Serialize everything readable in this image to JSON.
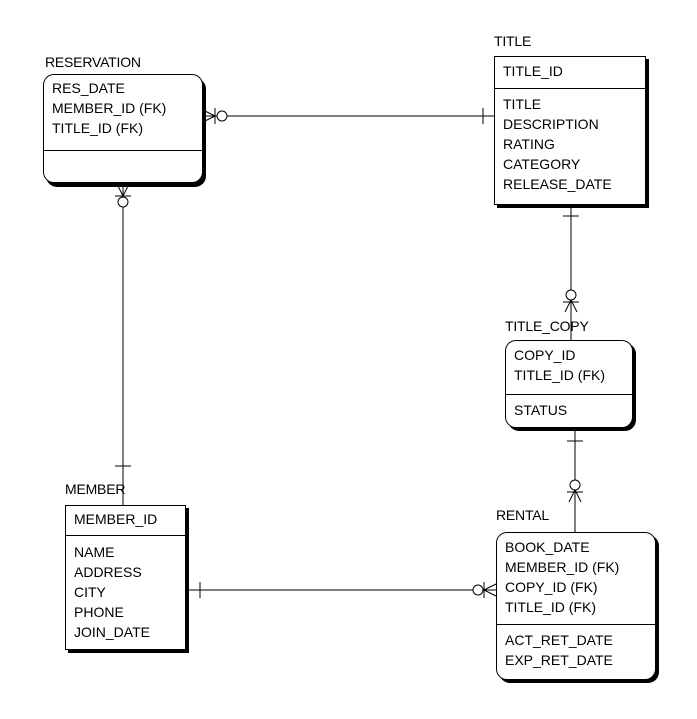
{
  "entities": {
    "reservation": {
      "name": "RESERVATION",
      "keys": [
        "RES_DATE",
        "MEMBER_ID (FK)",
        "TITLE_ID (FK)"
      ],
      "attributes": []
    },
    "title": {
      "name": "TITLE",
      "keys": [
        "TITLE_ID"
      ],
      "attributes": [
        "TITLE",
        "DESCRIPTION",
        "RATING",
        "CATEGORY",
        "RELEASE_DATE"
      ]
    },
    "title_copy": {
      "name": "TITLE_COPY",
      "keys": [
        "COPY_ID",
        "TITLE_ID (FK)"
      ],
      "attributes": [
        "STATUS"
      ]
    },
    "member": {
      "name": "MEMBER",
      "keys": [
        "MEMBER_ID"
      ],
      "attributes": [
        "NAME",
        "ADDRESS",
        "CITY",
        "PHONE",
        "JOIN_DATE"
      ]
    },
    "rental": {
      "name": "RENTAL",
      "keys": [
        "BOOK_DATE",
        "MEMBER_ID (FK)",
        "COPY_ID (FK)",
        "TITLE_ID (FK)"
      ],
      "attributes": [
        "ACT_RET_DATE",
        "EXP_RET_DATE"
      ]
    }
  },
  "relationships": [
    {
      "from": "title",
      "to": "reservation",
      "from_end": "one",
      "to_end": "zero-or-many"
    },
    {
      "from": "member",
      "to": "reservation",
      "from_end": "one",
      "to_end": "zero-or-many"
    },
    {
      "from": "title",
      "to": "title_copy",
      "from_end": "one",
      "to_end": "zero-or-many"
    },
    {
      "from": "title_copy",
      "to": "rental",
      "from_end": "one",
      "to_end": "zero-or-many"
    },
    {
      "from": "member",
      "to": "rental",
      "from_end": "one",
      "to_end": "zero-or-many"
    }
  ]
}
